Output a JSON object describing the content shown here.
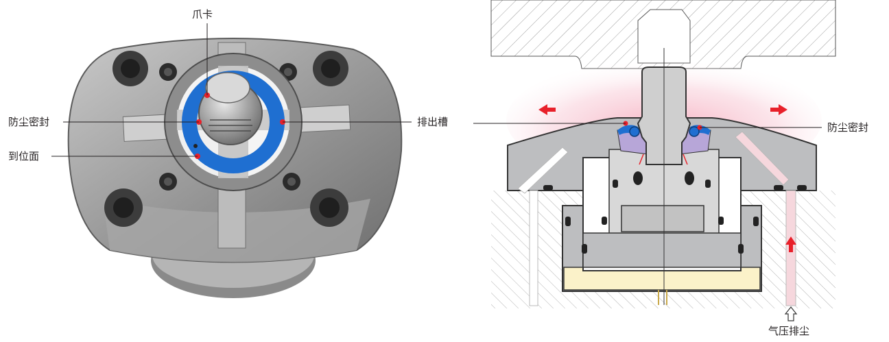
{
  "left_photo": {
    "labels": {
      "claw": "爪卡",
      "dust_seal": "防尘密封",
      "seating_face": "到位面"
    }
  },
  "right_section": {
    "labels": {
      "discharge_groove": "排出槽",
      "dust_seal": "防尘密封",
      "air_purge": "气压排尘"
    },
    "colors": {
      "seal_blue": "#1f6fd1",
      "flow_red": "#e8202a",
      "glow_pink": "#f7c3cf",
      "insert_yellow": "#fbf2c9",
      "body_gray": "#bdbec0"
    }
  }
}
